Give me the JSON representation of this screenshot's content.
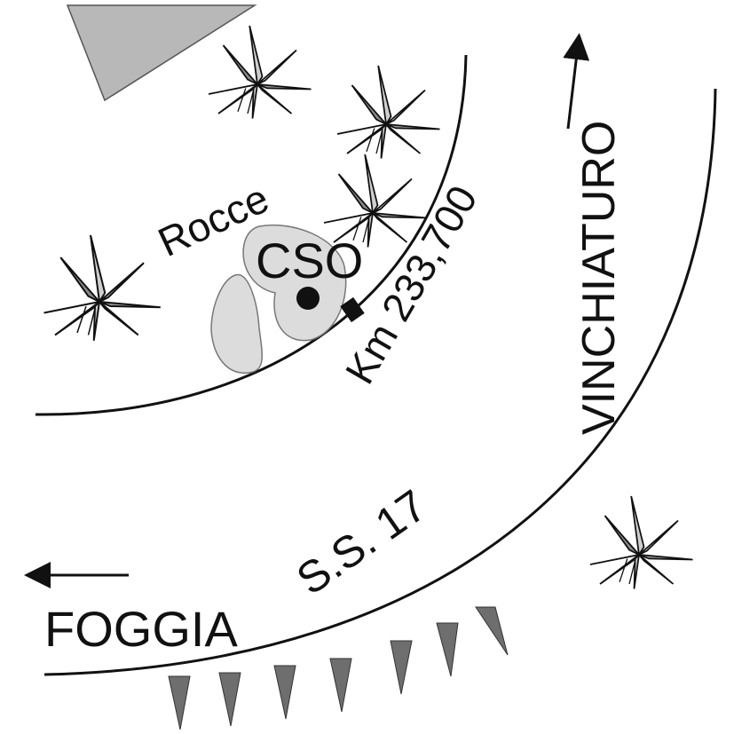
{
  "labels": {
    "rocce": "Rocce",
    "cso": "CSO",
    "km": "Km 233,700",
    "vinchiaturo": "VINCHIATURO",
    "road": "S.S. 17",
    "foggia": "FOGGIA"
  },
  "colors": {
    "ink": "#111111",
    "rock_fill": "#dcdcdc",
    "triangle": "#b8b8b8",
    "spike": "#6e6e6e",
    "plant_dark": "#7a7a7a",
    "plant_light": "#d8d8d8"
  },
  "icons": {
    "plant": "agave-plant-icon",
    "station": "station-dot-icon",
    "marker": "km-marker-icon",
    "arrow": "direction-arrow-icon"
  }
}
